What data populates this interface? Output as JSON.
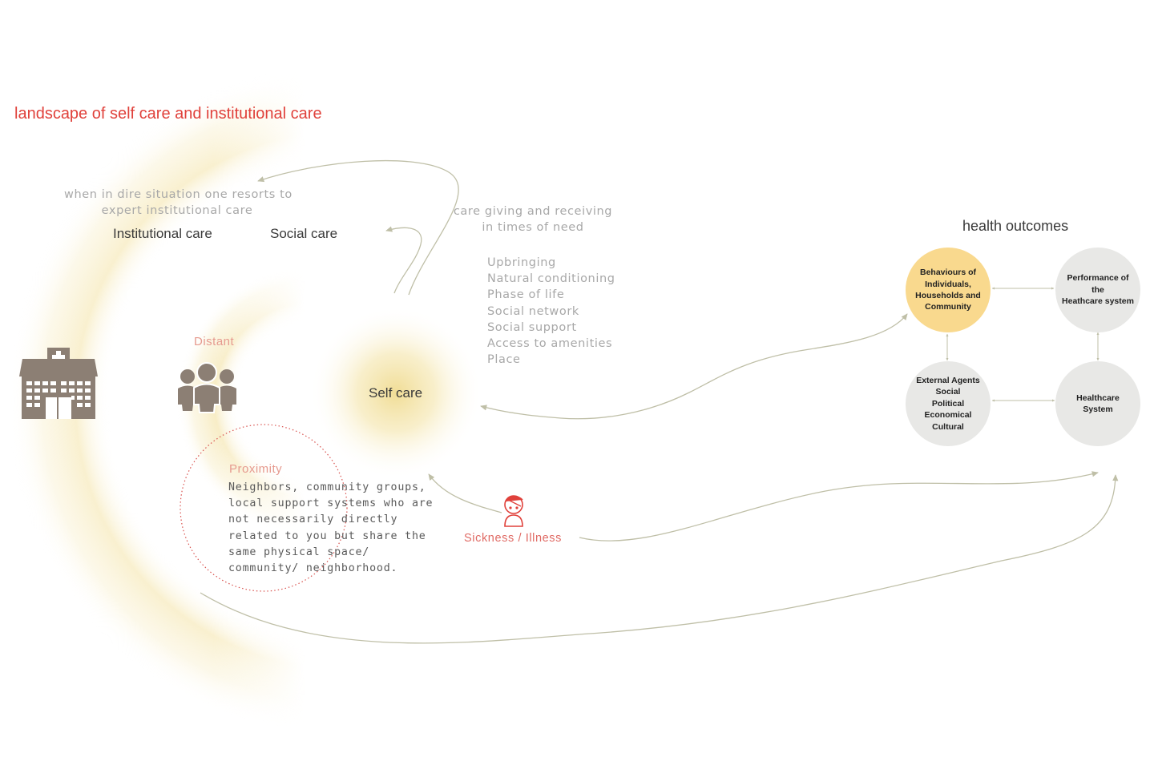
{
  "title": "landscape of self care and institutional care",
  "institutional_note": [
    "when in dire situation one resorts to",
    "expert institutional care"
  ],
  "social_note": [
    "care giving and receiving",
    "in times of need"
  ],
  "labels": {
    "institutional_care": "Institutional care",
    "social_care": "Social care",
    "self_care": "Self care",
    "distant": "Distant",
    "proximity": "Proximity",
    "sickness": "Sickness / Illness",
    "health_outcomes": "health outcomes"
  },
  "factors": [
    "Upbringing",
    "Natural conditioning",
    "Phase of life",
    "Social network",
    "Social support",
    "Access to amenities",
    "Place"
  ],
  "proximity_description": [
    "Neighbors, community groups,",
    "local support systems who are",
    "not necessarily directly",
    "related to you but share the",
    "same physical space/",
    "community/ neighborhood."
  ],
  "nodes": {
    "behaviours": [
      "Behaviours of",
      "Individuals,",
      "Households and",
      "Community"
    ],
    "performance": [
      "Performance of",
      "the",
      "Heathcare system"
    ],
    "external": [
      "External Agents",
      "Social",
      "Political",
      "Economical",
      "Cultural"
    ],
    "healthcare": [
      "Healthcare",
      "System"
    ]
  },
  "icons": [
    "hospital-icon",
    "people-group-icon",
    "sick-person-icon"
  ],
  "colors": {
    "title": "#e0413b",
    "glow": "#f4e3a3",
    "node_highlight": "#f9d98e",
    "node_gray": "#e8e8e6",
    "arrow": "#bfbfa7",
    "icon": "#8c7f74",
    "proximity_ring": "#d9534f",
    "sick_icon": "#e0413b"
  }
}
